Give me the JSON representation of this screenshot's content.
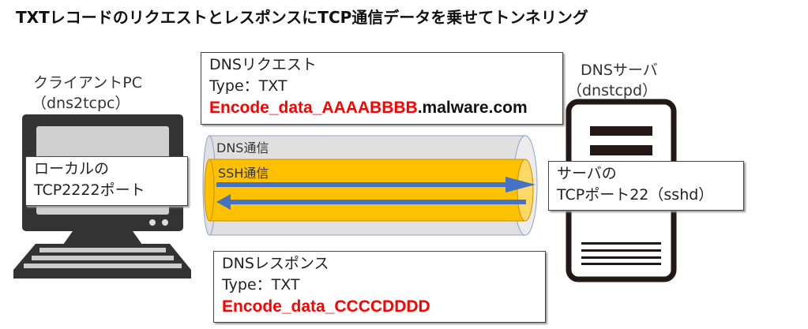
{
  "title": "TXTレコードのリクエストとレスポンスにTCP通信データを乗せてトンネリング",
  "client": {
    "name": "クライアントPC",
    "process": "（dns2tcpc）",
    "port_line1": "ローカルの",
    "port_line2": "TCP2222ポート"
  },
  "server": {
    "name": "DNSサーバ",
    "process": "（dnstcpd）",
    "port_line1": "サーバの",
    "port_line2": "TCPポート22（sshd）"
  },
  "request": {
    "heading": "DNSリクエスト",
    "type": "Type：TXT",
    "data_red": "Encode_data_AAAABBBB",
    "domain": ".malware.com"
  },
  "response": {
    "heading": "DNSレスポンス",
    "type": "Type：TXT",
    "data_red": "Encode_data_CCCCDDDD"
  },
  "tunnel": {
    "outer": "DNS通信",
    "inner": "SSH通信"
  },
  "colors": {
    "red": "#ff0000",
    "orange": "#ffc000",
    "arrow": "#4472c4",
    "tube": "#e0e0e0"
  }
}
